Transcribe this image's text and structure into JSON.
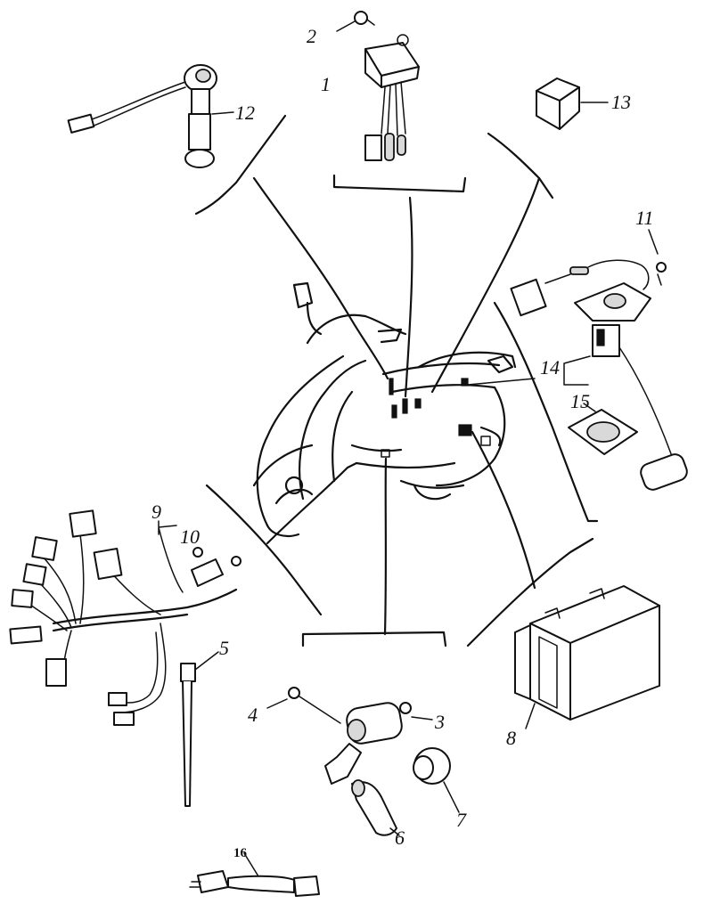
{
  "callouts": [
    {
      "id": "1",
      "text": "1"
    },
    {
      "id": "2",
      "text": "2"
    },
    {
      "id": "3",
      "text": "3"
    },
    {
      "id": "4",
      "text": "4"
    },
    {
      "id": "5",
      "text": "5"
    },
    {
      "id": "6",
      "text": "6"
    },
    {
      "id": "7",
      "text": "7"
    },
    {
      "id": "8",
      "text": "8"
    },
    {
      "id": "9",
      "text": "9"
    },
    {
      "id": "10",
      "text": "10"
    },
    {
      "id": "11",
      "text": "11"
    },
    {
      "id": "12",
      "text": "12"
    },
    {
      "id": "13",
      "text": "13"
    },
    {
      "id": "14",
      "text": "14"
    },
    {
      "id": "15",
      "text": "15"
    },
    {
      "id": "16",
      "text": "16"
    }
  ],
  "colors": {
    "ink": "#111111",
    "background": "#ffffff"
  }
}
